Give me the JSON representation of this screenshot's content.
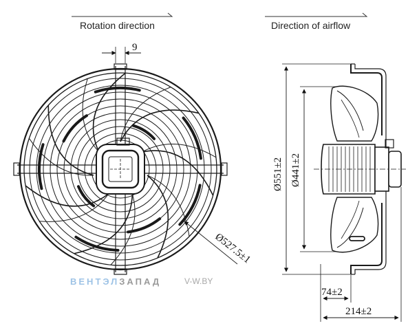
{
  "labels": {
    "rotation_direction": "Rotation direction",
    "airflow_direction": "Direction of airflow"
  },
  "dimensions": {
    "offset": "9",
    "guard_diameter": "Ø527.5±1",
    "outer_diameter": "Ø551±2",
    "inner_diameter": "Ø441±2",
    "depth_small": "74±2",
    "depth_total": "214±2"
  },
  "watermark": {
    "brand_part1": "ВЕНТЭЛ",
    "brand_part2": "ЗАПАД",
    "site": "V-W.BY"
  }
}
